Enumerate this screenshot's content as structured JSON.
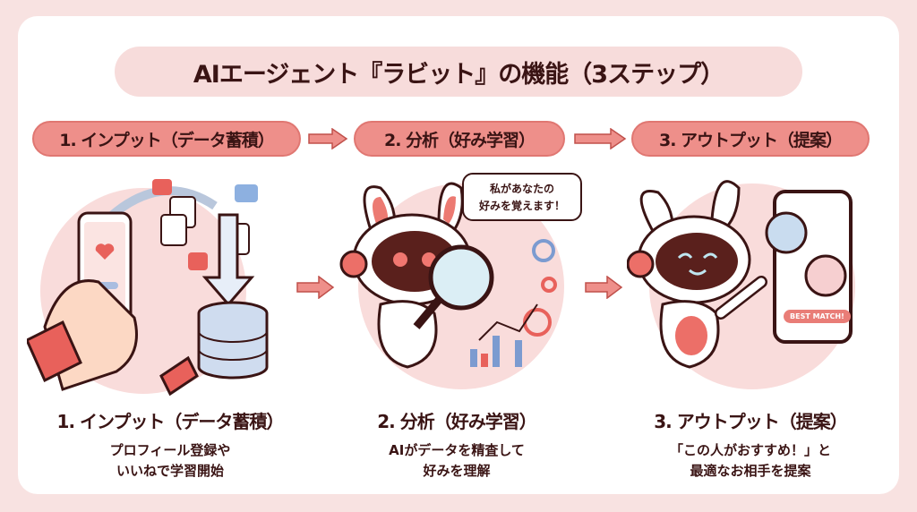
{
  "title": "AIエージェント『ラビット』の機能（3ステップ）",
  "steps": [
    {
      "label": "1. インプット（データ蓄積）",
      "heading": "1. インプット（データ蓄積）",
      "desc1": "プロフィール登録や",
      "desc2": "いいねで学習開始"
    },
    {
      "label": "2. 分析（好み学習）",
      "heading": "2. 分析（好み学習）",
      "desc1": "AIがデータを精査して",
      "desc2": "好みを理解",
      "bubble1": "私があなたの",
      "bubble2": "好みを覚えます！"
    },
    {
      "label": "3. アウトプット（提案）",
      "heading": "3. アウトプット（提案）",
      "desc1": "「この人がおすすめ！」と",
      "desc2": "最適なお相手を提案",
      "badge": "BEST MATCH!"
    }
  ],
  "colors": {
    "accent": "#ee8f8a",
    "background": "#f8e2e1",
    "text": "#3a1414"
  }
}
